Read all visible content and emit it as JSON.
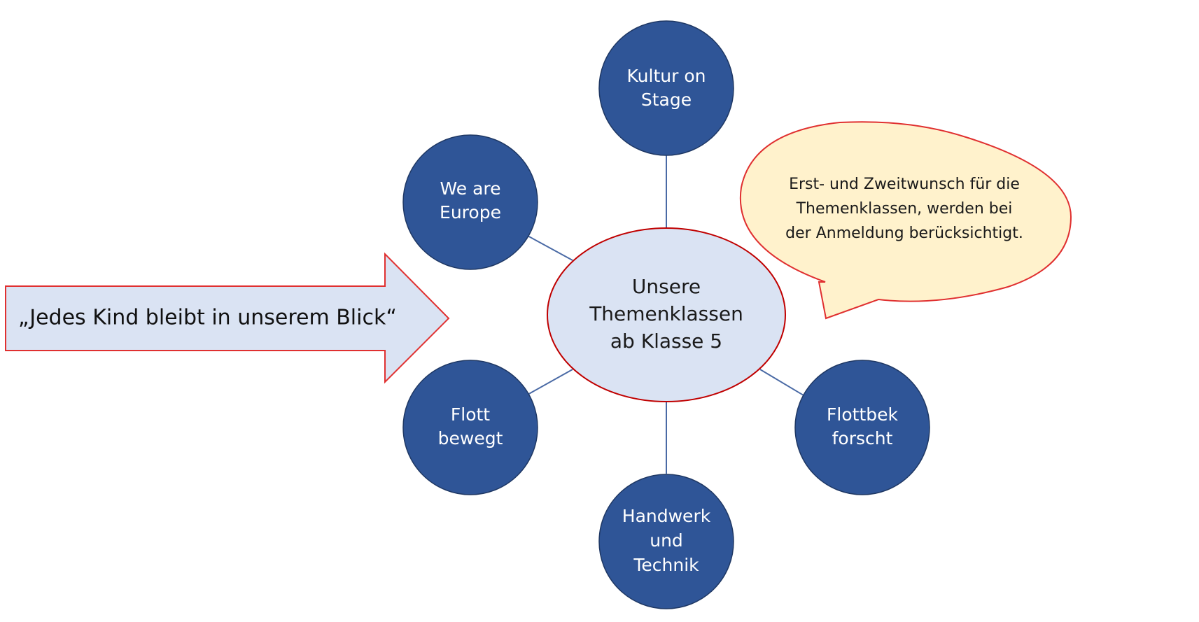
{
  "colors": {
    "node_fill": "#2f5597",
    "node_stroke": "#1f3864",
    "center_fill": "#dae3f3",
    "center_stroke": "#c00000",
    "arrow_fill": "#dae3f3",
    "arrow_stroke": "#e03030",
    "bubble_fill": "#fff2cc",
    "bubble_stroke": "#e03030",
    "connector": "#4a6aa5"
  },
  "arrow": {
    "text": "„Jedes Kind bleibt in unserem Blick“"
  },
  "center": {
    "lines": [
      "Unsere",
      "Themenklassen",
      "ab Klasse 5"
    ]
  },
  "callout": {
    "lines": [
      "Erst- und Zweitwunsch für die",
      "Themenklassen, werden bei",
      "der Anmeldung berücksichtigt."
    ]
  },
  "topics": [
    {
      "id": "kultur",
      "lines": [
        "Kultur on",
        "Stage"
      ]
    },
    {
      "id": "europe",
      "lines": [
        "We are",
        "Europe"
      ]
    },
    {
      "id": "flott-bewegt",
      "lines": [
        "Flott",
        "bewegt"
      ]
    },
    {
      "id": "handwerk",
      "lines": [
        "Handwerk",
        "und",
        "Technik"
      ]
    },
    {
      "id": "flottbek",
      "lines": [
        "Flottbek",
        "forscht"
      ]
    }
  ]
}
